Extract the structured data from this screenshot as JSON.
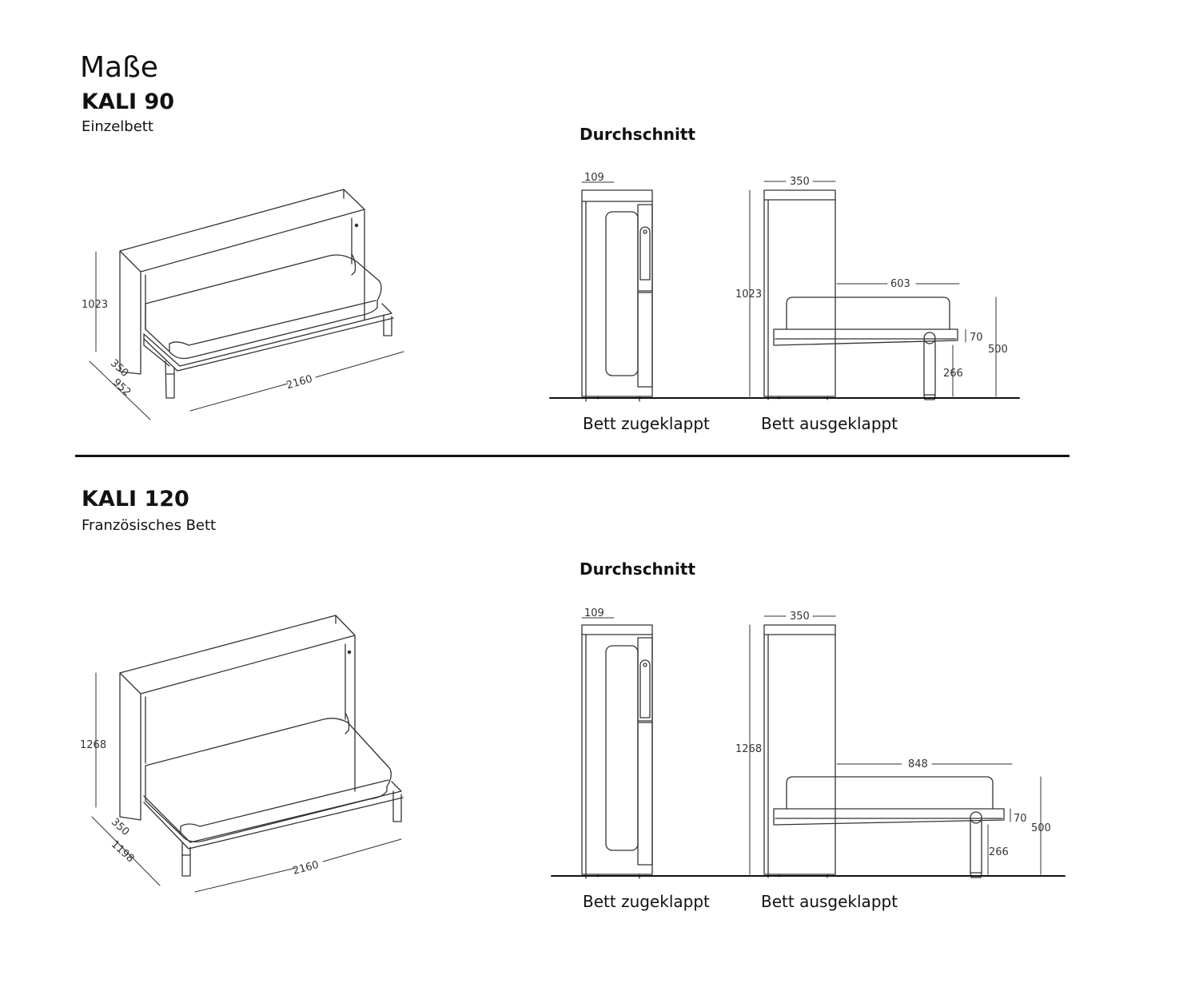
{
  "page_title": "Maße",
  "models": [
    {
      "name": "KALI 90",
      "type": "Einzelbett",
      "section_heading": "Durchschnitt",
      "iso_dims": {
        "height": "1023",
        "depth": "350",
        "width": "952",
        "length": "2160"
      },
      "section_dims": {
        "closed_depth": "109",
        "depth": "350",
        "height": "1023",
        "extension": "603",
        "frame": "70",
        "leg": "266",
        "bed_height": "500"
      },
      "caption_closed": "Bett zugeklappt",
      "caption_open": "Bett ausgeklappt"
    },
    {
      "name": "KALI 120",
      "type": "Französisches Bett",
      "section_heading": "Durchschnitt",
      "iso_dims": {
        "height": "1268",
        "depth": "350",
        "width": "1198",
        "length": "2160"
      },
      "section_dims": {
        "closed_depth": "109",
        "depth": "350",
        "height": "1268",
        "extension": "848",
        "frame": "70",
        "leg": "266",
        "bed_height": "500"
      },
      "caption_closed": "Bett zugeklappt",
      "caption_open": "Bett ausgeklappt"
    }
  ]
}
